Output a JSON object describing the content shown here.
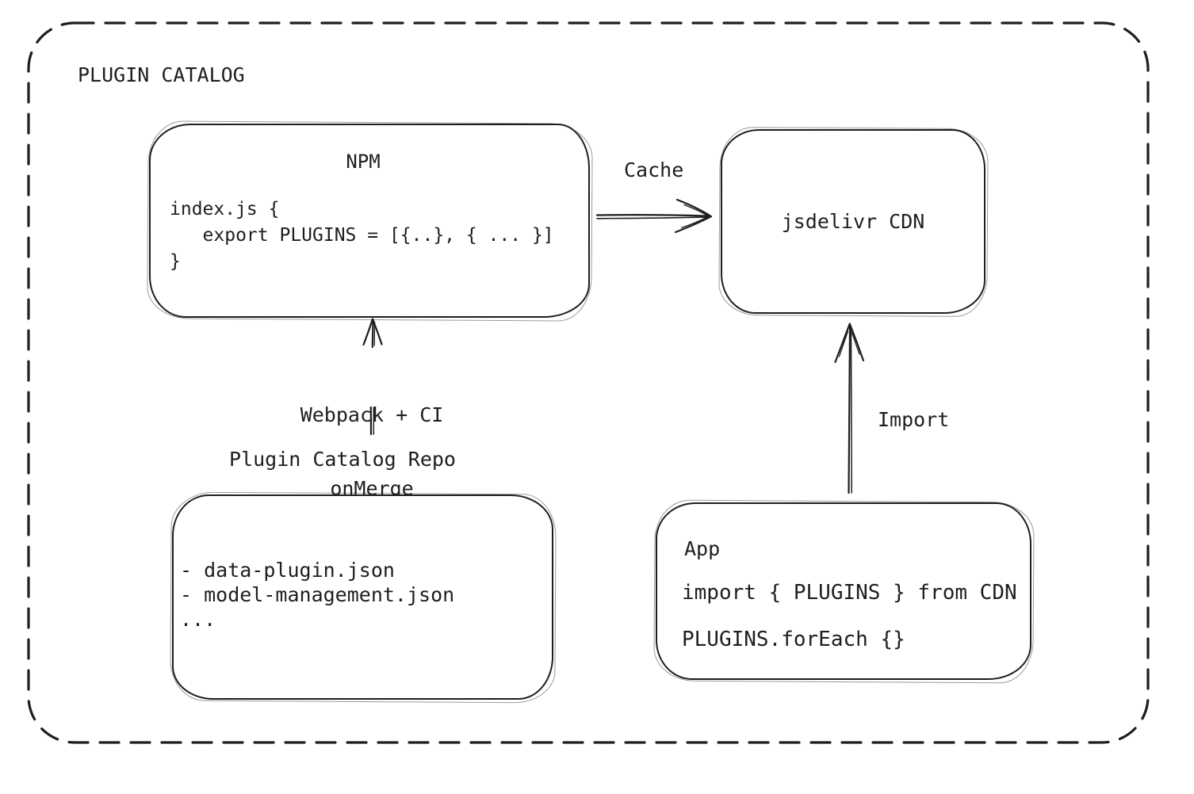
{
  "diagram": {
    "title": "PLUGIN CATALOG",
    "colors": {
      "stroke": "#1e1e1e",
      "background": "#ffffff"
    },
    "nodes": {
      "npm": {
        "title": "NPM",
        "code_lines": [
          "index.js {",
          "   export PLUGINS = [{..}, { ... }]",
          "}"
        ]
      },
      "cdn": {
        "label": "jsdelivr CDN"
      },
      "repo": {
        "heading": "Plugin Catalog Repo",
        "items": [
          "- data-plugin.json",
          "- model-management.json",
          "..."
        ]
      },
      "app": {
        "title": "App",
        "code_lines": [
          "import { PLUGINS } from CDN",
          "PLUGINS.forEach {}"
        ]
      }
    },
    "edges": {
      "cache": {
        "label": "Cache"
      },
      "build": {
        "label_lines": [
          "Webpack + CI",
          "onMerge"
        ]
      },
      "import": {
        "label": "Import"
      }
    }
  }
}
